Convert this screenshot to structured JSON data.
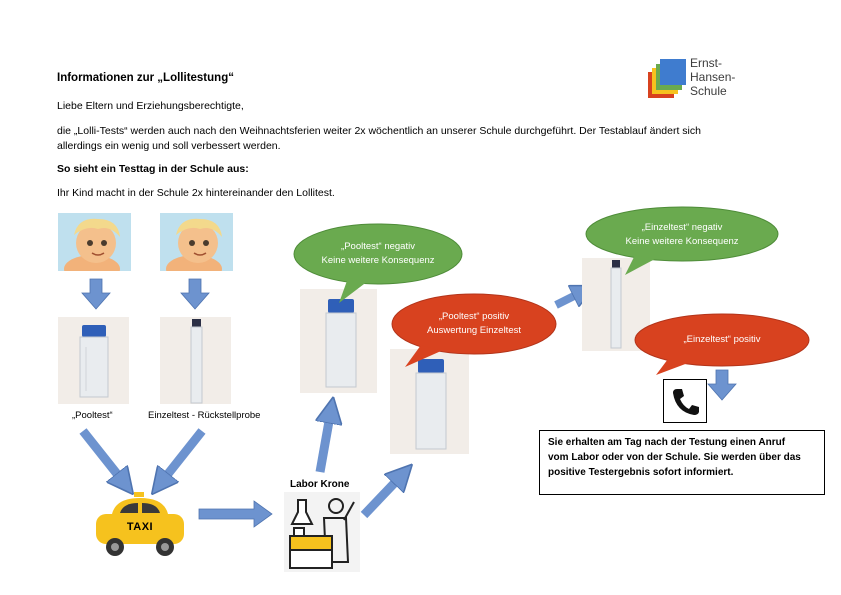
{
  "logo": {
    "line1": "Ernst-",
    "line2": "Hansen-",
    "line3": "Schule"
  },
  "heading": "Informationen zur „Lollitestung“",
  "greeting": "Liebe Eltern und Erziehungsberechtigte,",
  "intro_line1": "die „Lolli-Tests“ werden auch nach den Weihnachtsferien weiter 2x wöchentlich an unserer Schule durchgeführt. Der Testablauf ändert sich",
  "intro_line2": "allerdings ein wenig und soll verbessert werden.",
  "subheading": "So sieht ein Testtag in der Schule aus:",
  "step_text": "Ihr Kind macht in der Schule 2x hintereinander den Lollitest.",
  "labels": {
    "pooltest": "„Pooltest“",
    "einzeltest": "Einzeltest - Rückstellprobe",
    "labor": "Labor Krone",
    "taxi": "TAXI"
  },
  "bubbles": {
    "pool_negative": {
      "line1": "„Pooltest“ negativ",
      "line2": "Keine weitere Konsequenz"
    },
    "pool_positive": {
      "line1": "„Pooltest“ positiv",
      "line2": "Auswertung Einzeltest"
    },
    "einzel_negative": {
      "line1": "„Einzeltest“ negativ",
      "line2": "Keine weitere Konsequenz"
    },
    "einzel_positive": {
      "line1": "„Einzeltest“ positiv"
    }
  },
  "info_box": {
    "line1": "Sie erhalten am Tag nach der Testung einen Anruf",
    "line2": "vom Labor oder von der Schule. Sie werden über das",
    "line3": "positive Testergebnis sofort informiert."
  },
  "icons": [
    "child-illustration-icon",
    "tube-icon",
    "arrow-icon",
    "taxi-icon",
    "lab-worker-icon",
    "phone-icon"
  ],
  "colors": {
    "green": "#6aaa4f",
    "red": "#d8421f",
    "arrow": "#6d93cf",
    "taxi": "#f6c21e",
    "logo_blue": "#3f7ccf"
  }
}
